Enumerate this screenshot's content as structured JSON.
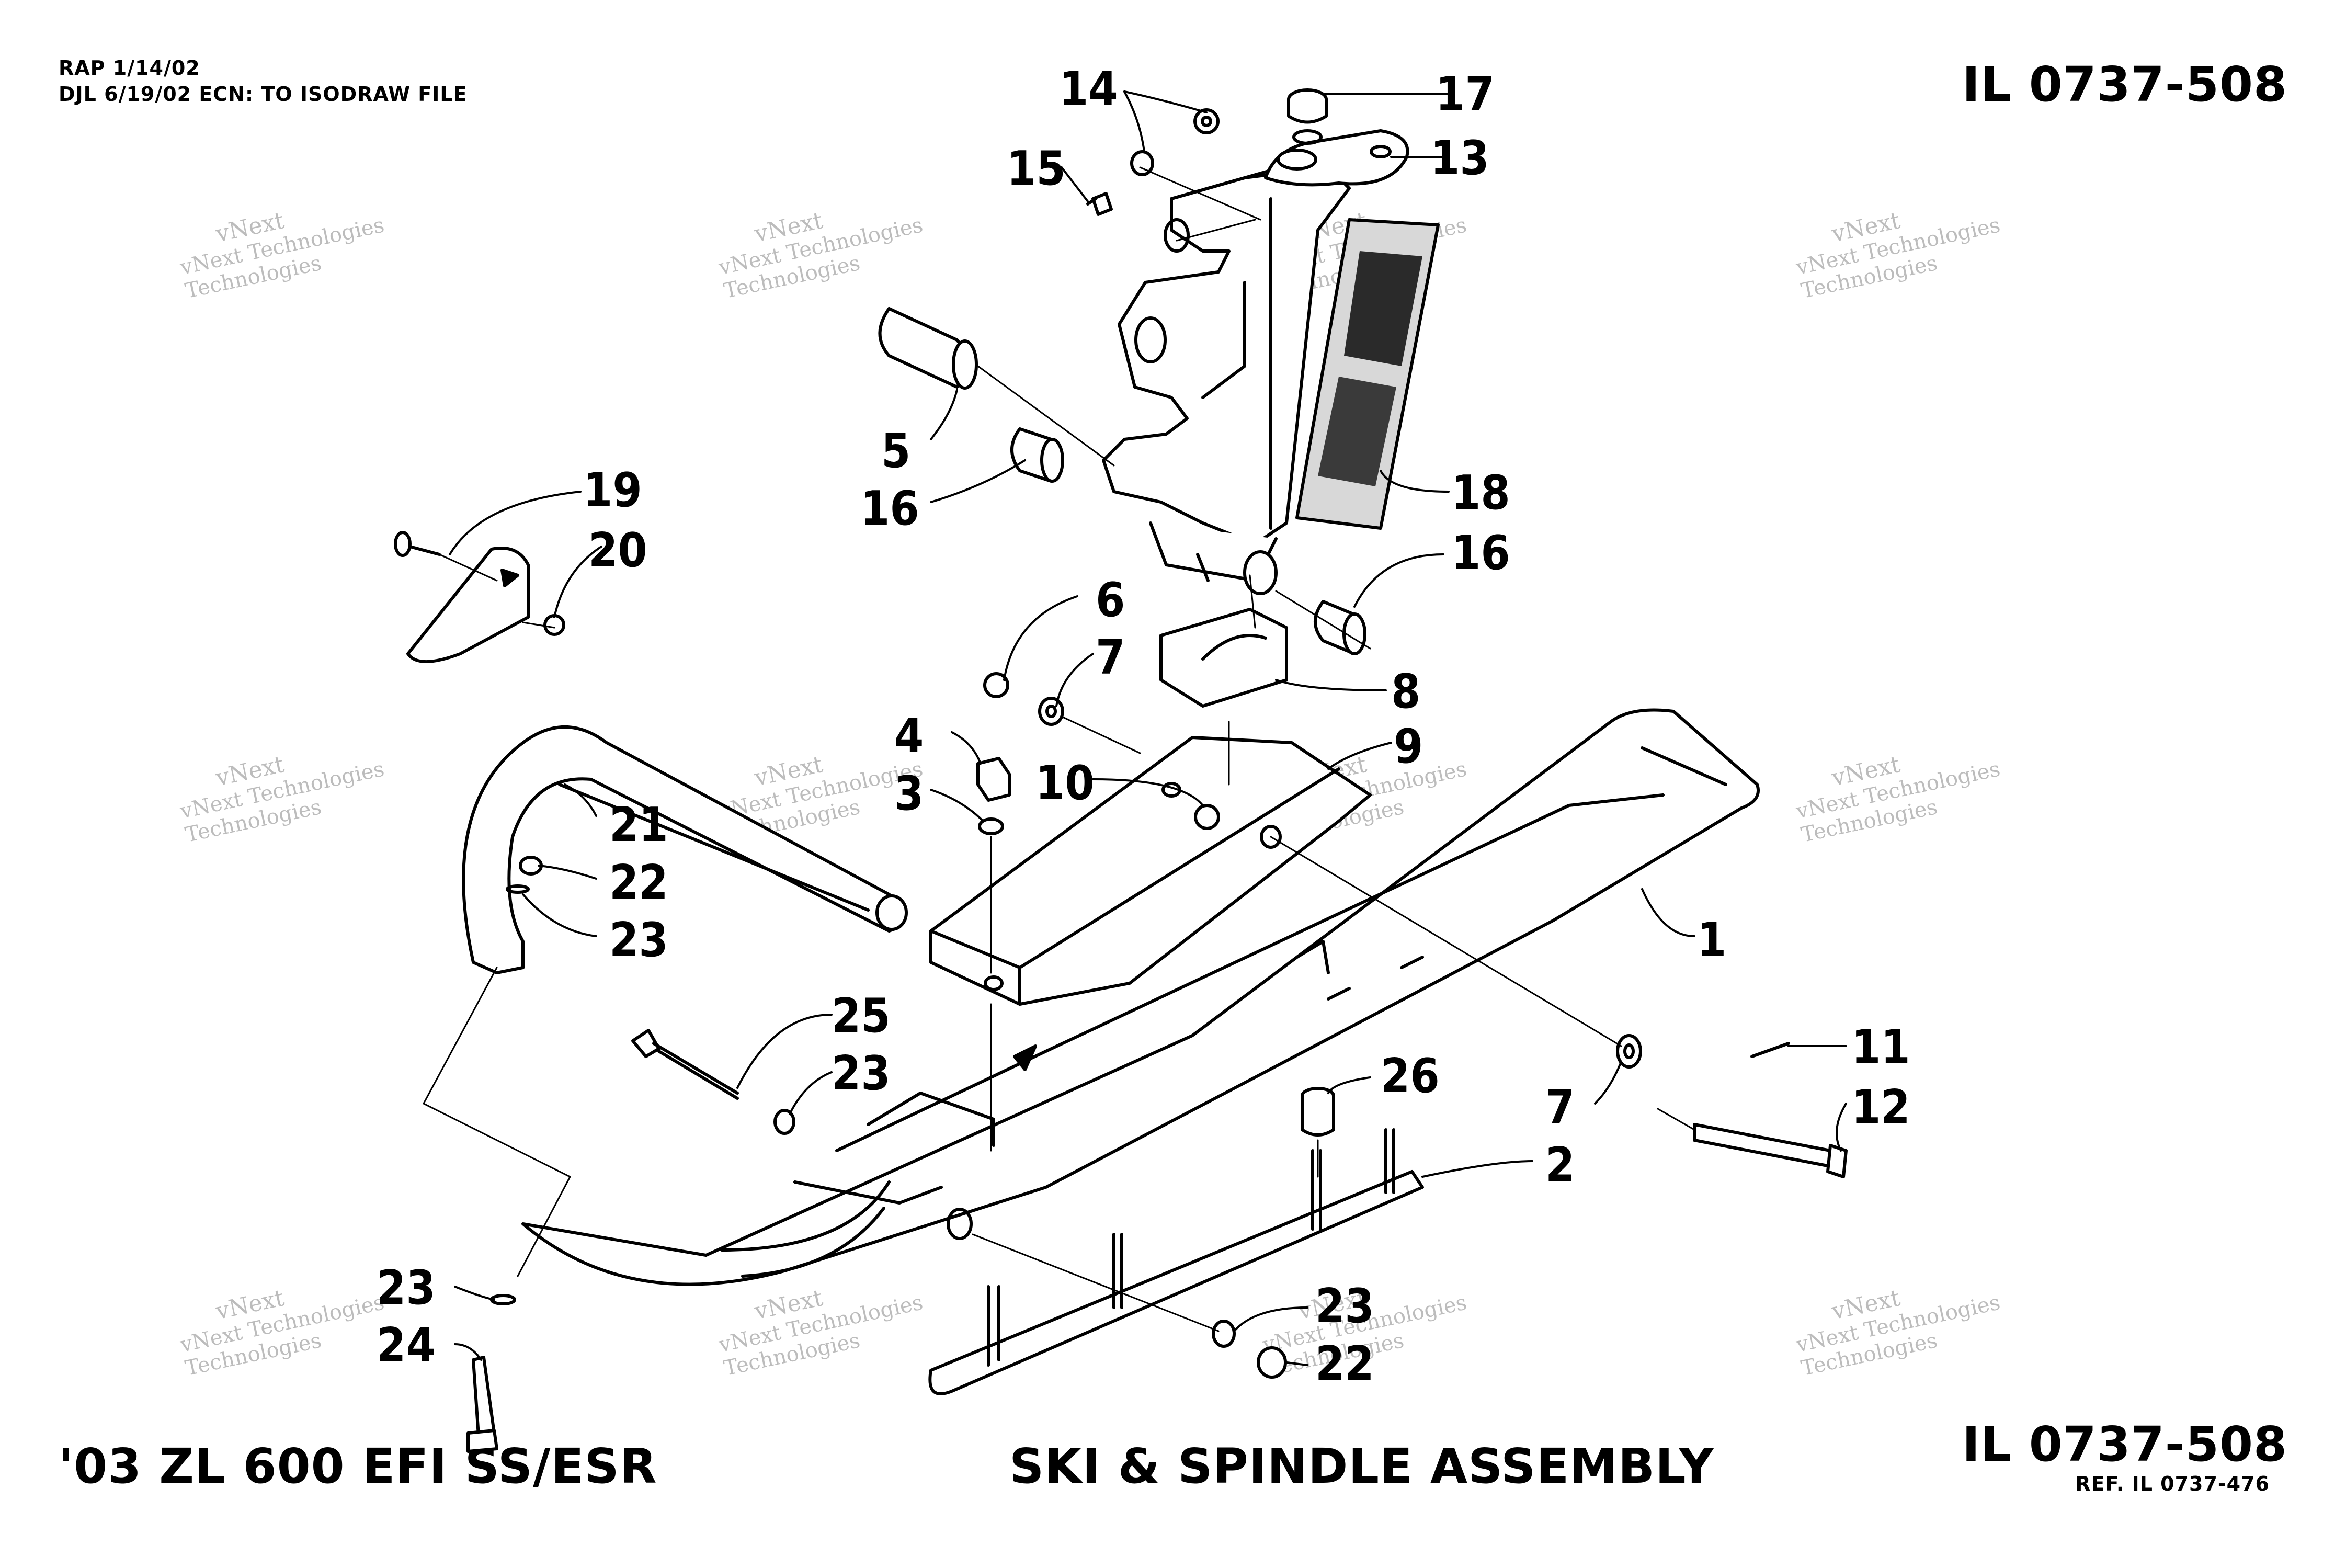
{
  "header": {
    "line1": "RAP 1/14/02",
    "line2": "DJL 6/19/02 ECN: TO ISODRAW FILE"
  },
  "codes": {
    "top": "IL 0737-508",
    "bottom": "IL 0737-508",
    "ref": "REF. IL 0737-476"
  },
  "footer": {
    "model": "'03 ZL 600 EFI SS/ESR",
    "title": "SKI & SPINDLE ASSEMBLY"
  },
  "watermark": {
    "line1": "vNext",
    "line2": "vNext Technologies",
    "line3": "Technologies"
  },
  "callouts": [
    {
      "id": "c14",
      "label": "14"
    },
    {
      "id": "c17",
      "label": "17"
    },
    {
      "id": "c15",
      "label": "15"
    },
    {
      "id": "c13",
      "label": "13"
    },
    {
      "id": "c5",
      "label": "5"
    },
    {
      "id": "c16a",
      "label": "16"
    },
    {
      "id": "c18",
      "label": "18"
    },
    {
      "id": "c19",
      "label": "19"
    },
    {
      "id": "c20",
      "label": "20"
    },
    {
      "id": "c16b",
      "label": "16"
    },
    {
      "id": "c6",
      "label": "6"
    },
    {
      "id": "c7a",
      "label": "7"
    },
    {
      "id": "c8",
      "label": "8"
    },
    {
      "id": "c4",
      "label": "4"
    },
    {
      "id": "c9",
      "label": "9"
    },
    {
      "id": "c3",
      "label": "3"
    },
    {
      "id": "c10",
      "label": "10"
    },
    {
      "id": "c21",
      "label": "21"
    },
    {
      "id": "c22a",
      "label": "22"
    },
    {
      "id": "c23a",
      "label": "23"
    },
    {
      "id": "c1",
      "label": "1"
    },
    {
      "id": "c25",
      "label": "25"
    },
    {
      "id": "c23b",
      "label": "23"
    },
    {
      "id": "c11",
      "label": "11"
    },
    {
      "id": "c26",
      "label": "26"
    },
    {
      "id": "c7b",
      "label": "7"
    },
    {
      "id": "c12",
      "label": "12"
    },
    {
      "id": "c2",
      "label": "2"
    },
    {
      "id": "c23c",
      "label": "23"
    },
    {
      "id": "c24",
      "label": "24"
    },
    {
      "id": "c23d",
      "label": "23"
    },
    {
      "id": "c22b",
      "label": "22"
    }
  ]
}
